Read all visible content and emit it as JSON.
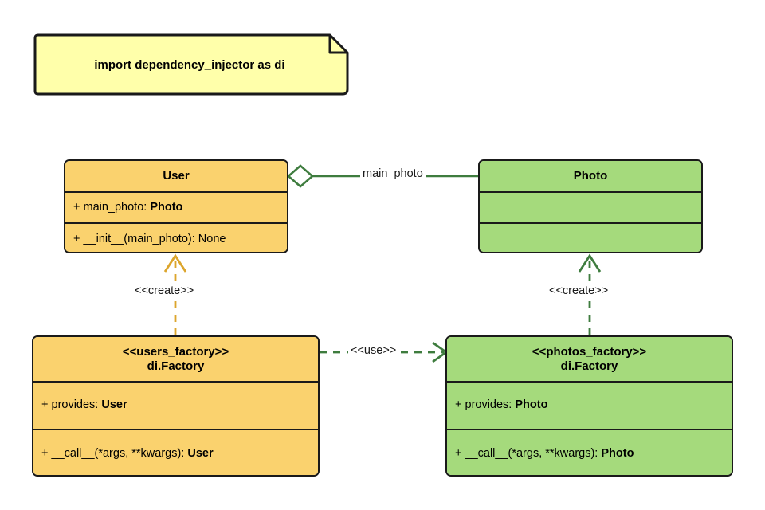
{
  "diagram": {
    "type": "uml-class-diagram",
    "background": "#ffffff",
    "palette": {
      "yellow_fill": "#fad26e",
      "green_fill": "#a5da7c",
      "note_fill": "#ffffaa",
      "outline": "#1a1a1a",
      "green_edge": "#3e7c3e",
      "gold_edge": "#dca52c"
    }
  },
  "note": {
    "text": "import dependency_injector as di"
  },
  "classes": {
    "user": {
      "name": "User",
      "attributes": [
        {
          "prefix": "+ ",
          "name": "main_photo: ",
          "type": "Photo"
        }
      ],
      "methods": [
        {
          "prefix": "+ ",
          "name": "__init__(main_photo): None",
          "type": ""
        }
      ]
    },
    "photo": {
      "name": "Photo",
      "attributes": [],
      "methods": []
    },
    "users_factory": {
      "stereotype": "<<users_factory>>",
      "name": "di.Factory",
      "attributes": [
        {
          "prefix": "+ ",
          "name": "provides: ",
          "type": "User"
        }
      ],
      "methods": [
        {
          "prefix": "+ ",
          "name": "__call__(*args, **kwargs): ",
          "type": "User"
        }
      ]
    },
    "photos_factory": {
      "stereotype": "<<photos_factory>>",
      "name": "di.Factory",
      "attributes": [
        {
          "prefix": "+ ",
          "name": "provides: ",
          "type": "Photo"
        }
      ],
      "methods": [
        {
          "prefix": "+ ",
          "name": "__call__(*args, **kwargs): ",
          "type": "Photo"
        }
      ]
    }
  },
  "relations": {
    "aggregation": {
      "label": "main_photo",
      "from": "User",
      "to": "Photo",
      "kind": "aggregation",
      "color": "#3e7c3e"
    },
    "create_user": {
      "label": "<<create>>",
      "from": "users_factory",
      "to": "User",
      "kind": "dependency",
      "color": "#dca52c"
    },
    "create_photo": {
      "label": "<<create>>",
      "from": "photos_factory",
      "to": "Photo",
      "kind": "dependency",
      "color": "#3e7c3e"
    },
    "use": {
      "label": "<<use>>",
      "from": "users_factory",
      "to": "photos_factory",
      "kind": "dependency",
      "color": "#3e7c3e"
    }
  }
}
